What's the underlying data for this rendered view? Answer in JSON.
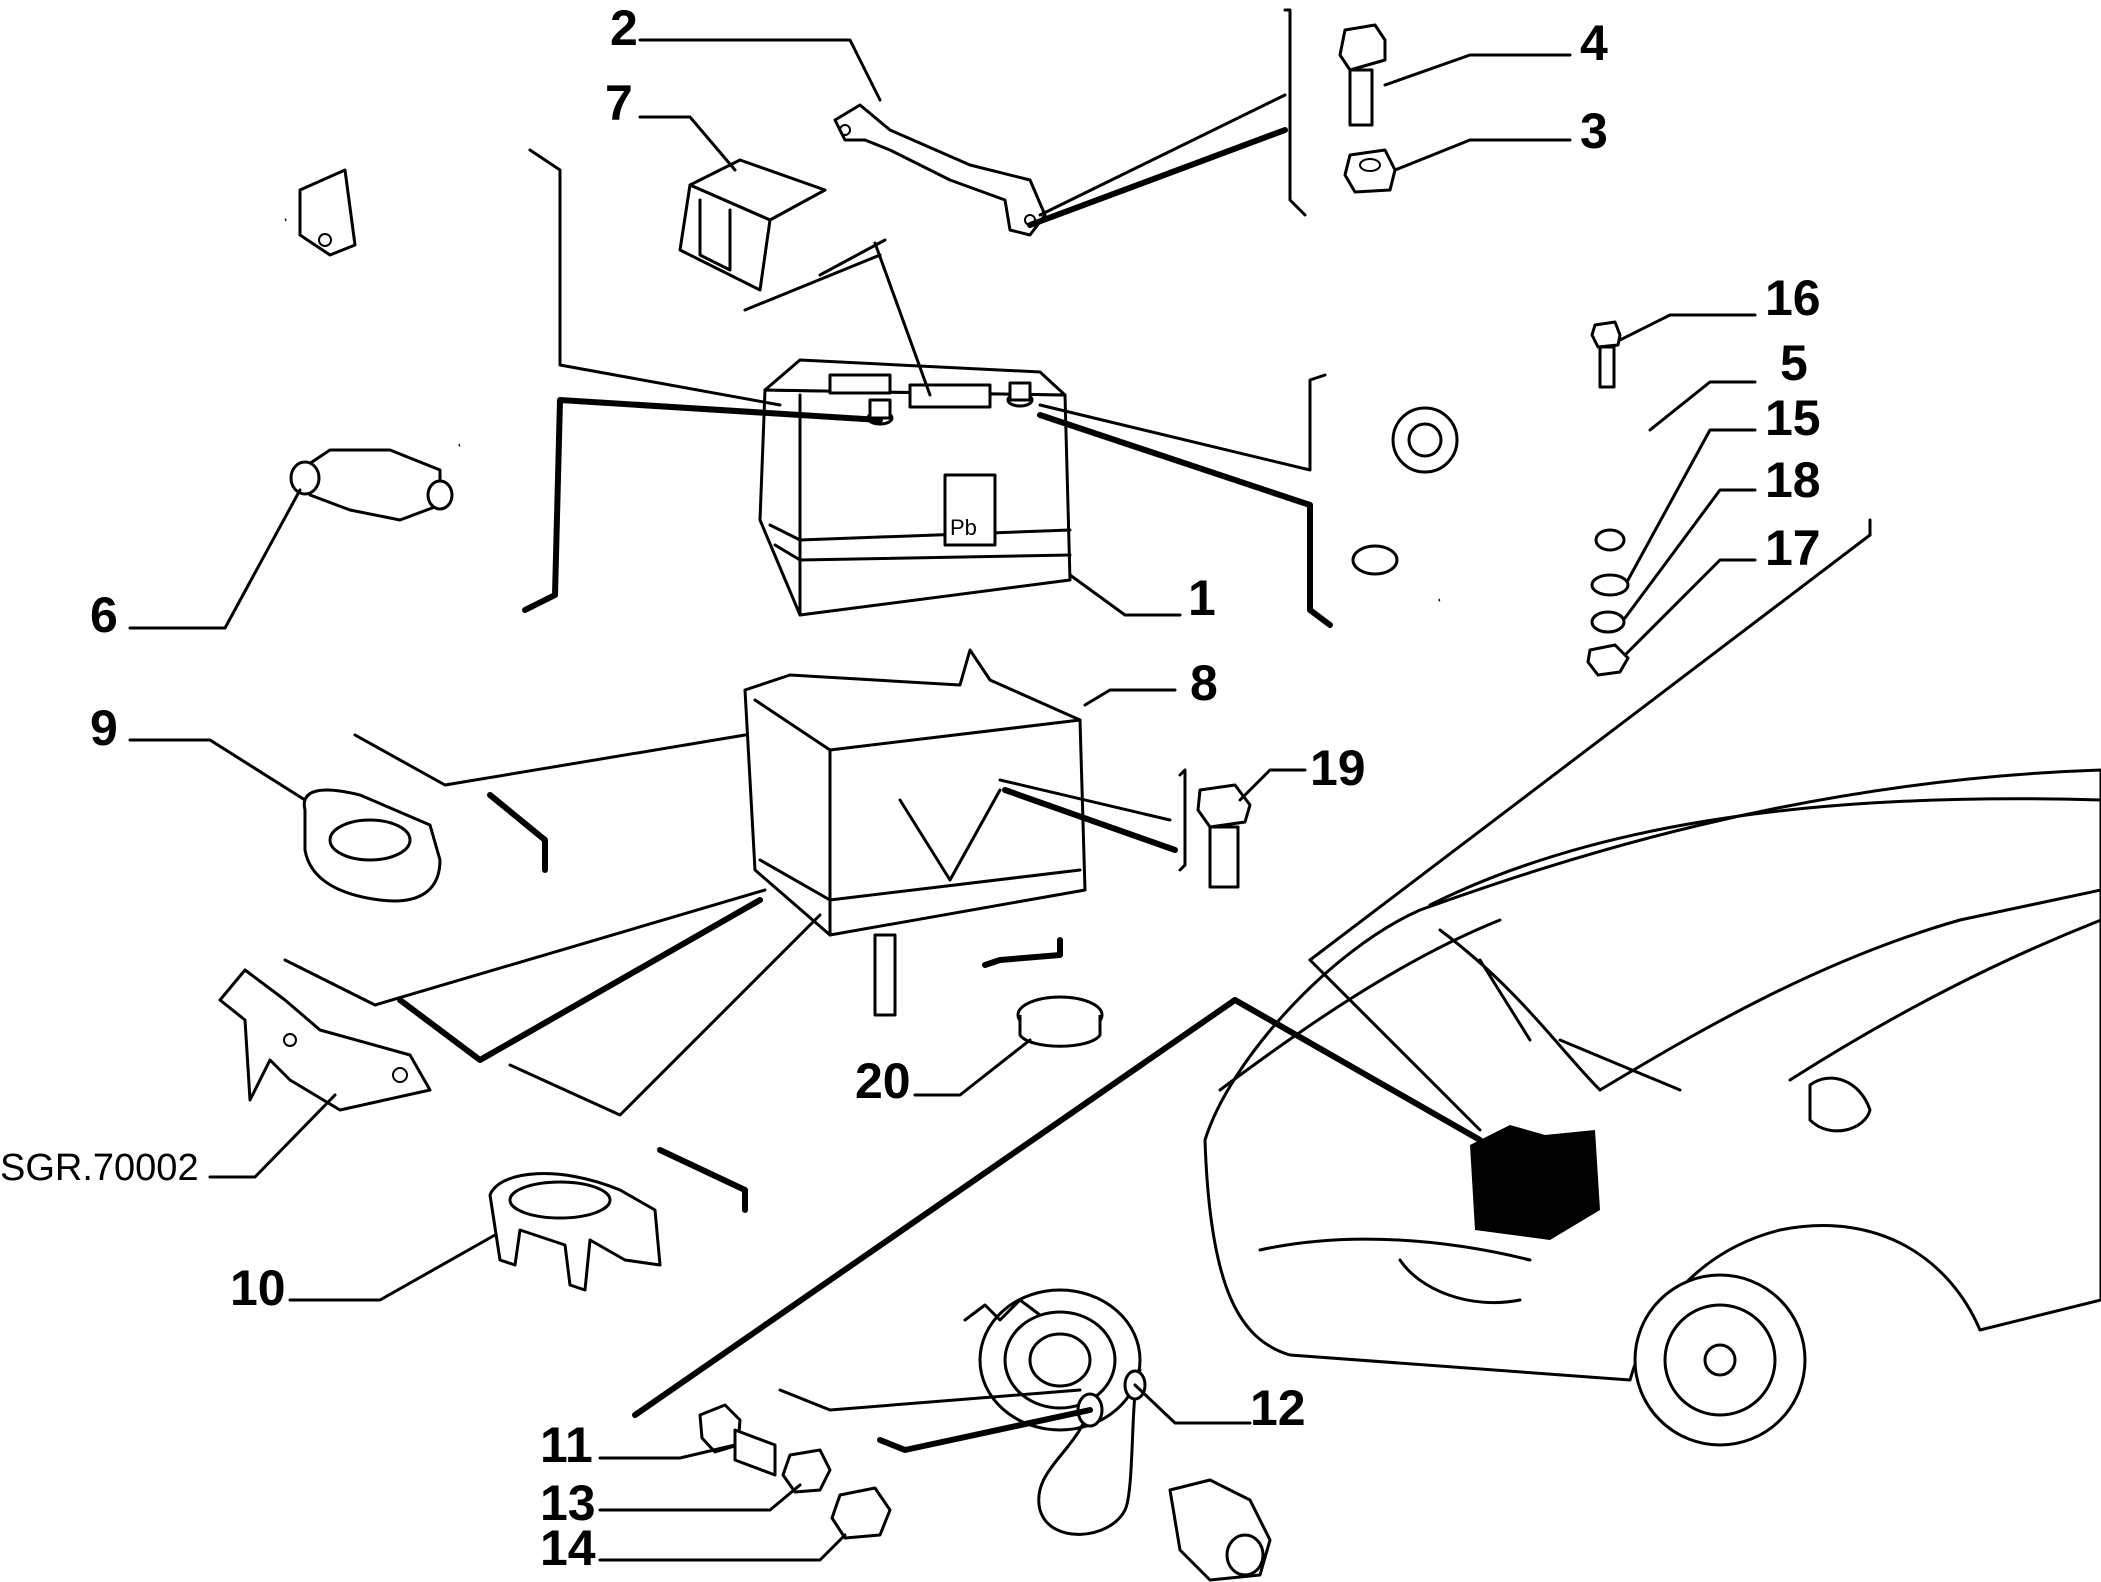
{
  "labels": {
    "l1": "1",
    "l2": "2",
    "l3": "3",
    "l4": "4",
    "l5": "5",
    "l6": "6",
    "l7": "7",
    "l8": "8",
    "l9": "9",
    "l10": "10",
    "l11": "11",
    "l12": "12",
    "l13": "13",
    "l14": "14",
    "l15": "15",
    "l16": "16",
    "l17": "17",
    "l18": "18",
    "l19": "19",
    "l20": "20",
    "code": "SGR.70002"
  },
  "battery_mark": "Pb"
}
